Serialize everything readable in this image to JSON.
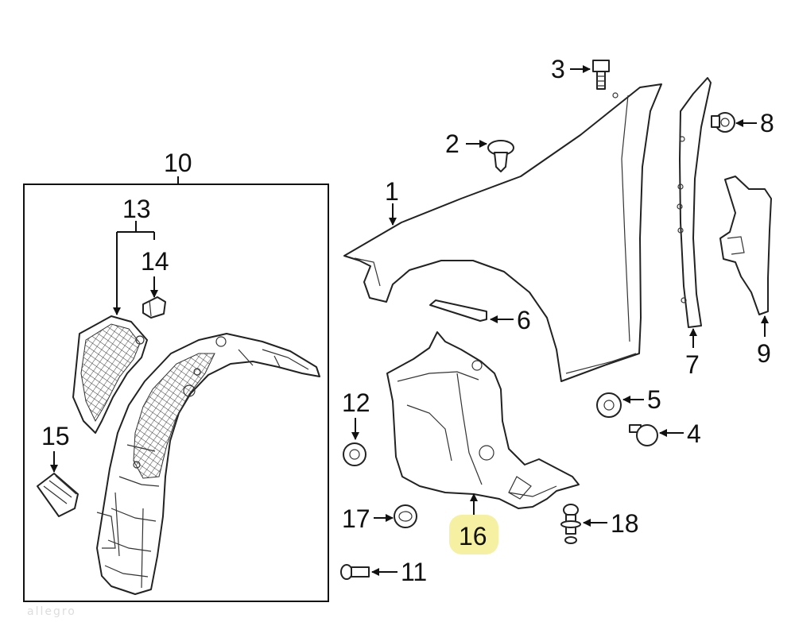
{
  "callouts": {
    "c1": "1",
    "c2": "2",
    "c3": "3",
    "c4": "4",
    "c5": "5",
    "c6": "6",
    "c7": "7",
    "c8": "8",
    "c9": "9",
    "c10": "10",
    "c11": "11",
    "c12": "12",
    "c13": "13",
    "c14": "14",
    "c15": "15",
    "c16": "16",
    "c17": "17",
    "c18": "18"
  },
  "highlight_color": "#f6f0a2",
  "highlighted_callout": "16",
  "watermark": "allegro"
}
